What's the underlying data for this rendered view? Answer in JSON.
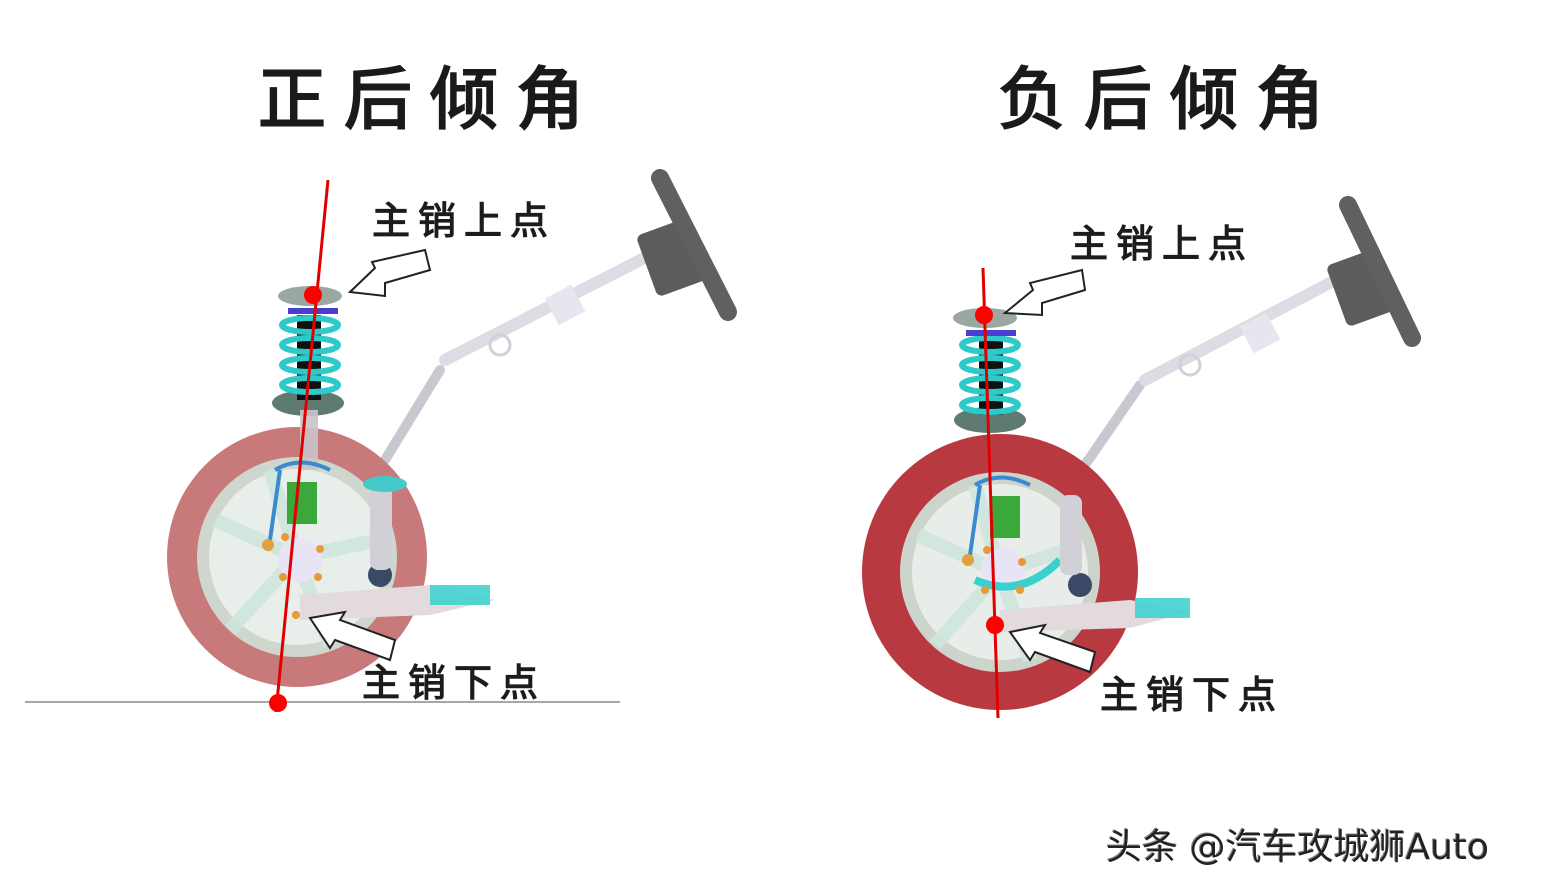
{
  "left_panel": {
    "title": "正后倾角",
    "upper_point_label": "主销上点",
    "lower_point_label": "主销下点"
  },
  "right_panel": {
    "title": "负后倾角",
    "upper_point_label": "主销上点",
    "lower_point_label": "主销下点"
  },
  "watermark": "头条 @汽车攻城狮Auto",
  "colors": {
    "kingpin_axis": "#e00000",
    "tire_left": "#c87a7a",
    "tire_right": "#b83a40",
    "rim": "#cfe6dc",
    "spring": "#2ec9c9",
    "caliper": "#3aa83a",
    "ground_line": "#8a8a8a"
  }
}
